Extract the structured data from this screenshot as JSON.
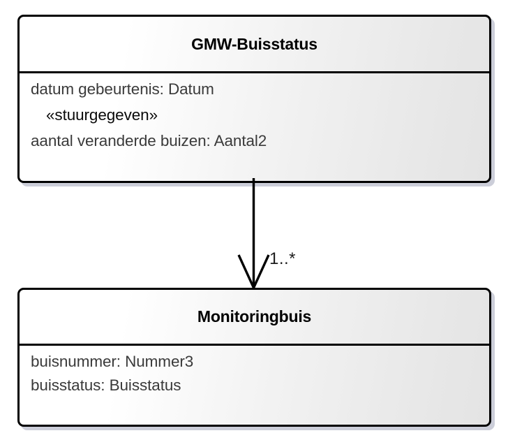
{
  "diagram": {
    "type": "uml-class-diagram",
    "background_color": "#ffffff",
    "border_color": "#000000",
    "attribute_text_color": "#3a3a3a",
    "shadow_color": "#ccced9"
  },
  "classes": [
    {
      "id": "gmw-buisstatus",
      "title": "GMW-Buisstatus",
      "attributes": [
        {
          "text": "datum gebeurtenis: Datum",
          "stereotype": false
        },
        {
          "text": "«stuurgegeven»",
          "stereotype": true
        },
        {
          "text": "aantal veranderde buizen: Aantal2",
          "stereotype": false
        }
      ]
    },
    {
      "id": "monitoringbuis",
      "title": "Monitoringbuis",
      "attributes": [
        {
          "text": "buisnummer: Nummer3",
          "stereotype": false
        },
        {
          "text": "buisstatus: Buisstatus",
          "stereotype": false
        }
      ]
    }
  ],
  "association": {
    "name": "composition-arrow",
    "from": "GMW-Buisstatus",
    "to": "Monitoringbuis",
    "arrow_style": "open-arrowhead",
    "direction": "down",
    "multiplicity": "1..*",
    "line_color": "#000000"
  }
}
